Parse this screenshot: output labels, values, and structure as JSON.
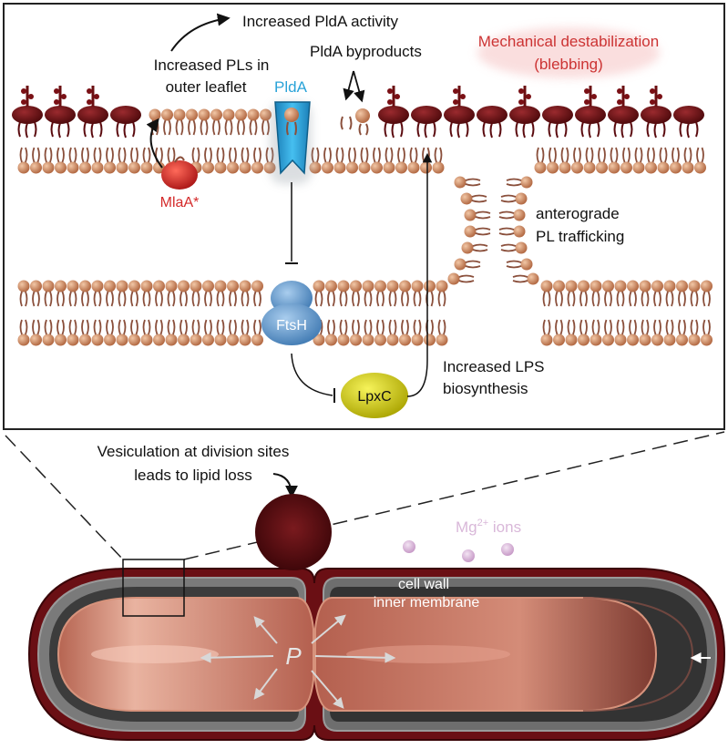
{
  "labels": {
    "increased_plda_activity": "Increased PldA activity",
    "plda_byproducts": "PldA byproducts",
    "mech_line1": "Mechanical destabilization",
    "mech_line2": "(blebbing)",
    "increased_pls_line1": "Increased PLs in",
    "increased_pls_line2": "outer leaflet",
    "plda": "PldA",
    "mlaa": "MlaA*",
    "anterograde_line1": "anterograde",
    "anterograde_line2": "PL trafficking",
    "ftsh": "FtsH",
    "lpxc": "LpxC",
    "lps_line1": "Increased LPS",
    "lps_line2": "biosynthesis",
    "vesic_line1": "Vesiculation at division sites",
    "vesic_line2": "leads to lipid loss",
    "mg_prefix": "Mg",
    "mg_sup": "2+",
    "mg_suffix": " ions",
    "cell_wall": "cell wall",
    "inner_membrane": "inner membrane",
    "pressure": "P"
  },
  "colors": {
    "lipid_head": "#c9835a",
    "lipid_tail": "#8a4f3b",
    "lps": "#6b0f12",
    "plda": "#2aa3d8",
    "mlaa": "#d42a2a",
    "ftsh": "#6a9fd0",
    "lpxc": "#d6d100",
    "mech_text": "#cc3333",
    "mg_ions": "#d8b8d8",
    "outer_membrane": "#5e0f12",
    "cytoplasm": "#c87060"
  }
}
